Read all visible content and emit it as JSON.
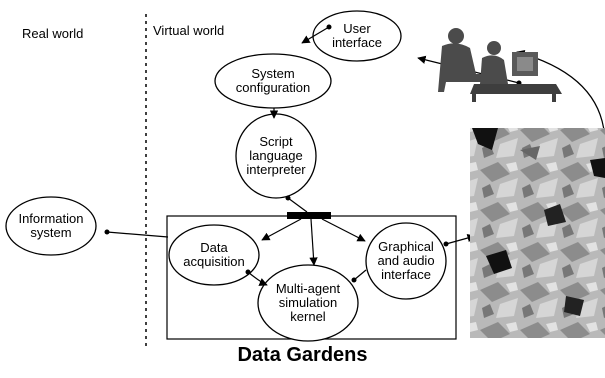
{
  "regions": {
    "real_world": "Real world",
    "virtual_world": "Virtual world"
  },
  "nodes": {
    "user_interface": [
      "User",
      "interface"
    ],
    "system_configuration": [
      "System",
      "configuration"
    ],
    "script_interpreter": [
      "Script",
      "language",
      "interpreter"
    ],
    "information_system": [
      "Information",
      "system"
    ],
    "data_acquisition": [
      "Data",
      "acquisition"
    ],
    "graphical_audio": [
      "Graphical",
      "and audio",
      "interface"
    ],
    "simulation_kernel": [
      "Multi-agent",
      "simulation",
      "kernel"
    ]
  },
  "title": "Data Gardens"
}
